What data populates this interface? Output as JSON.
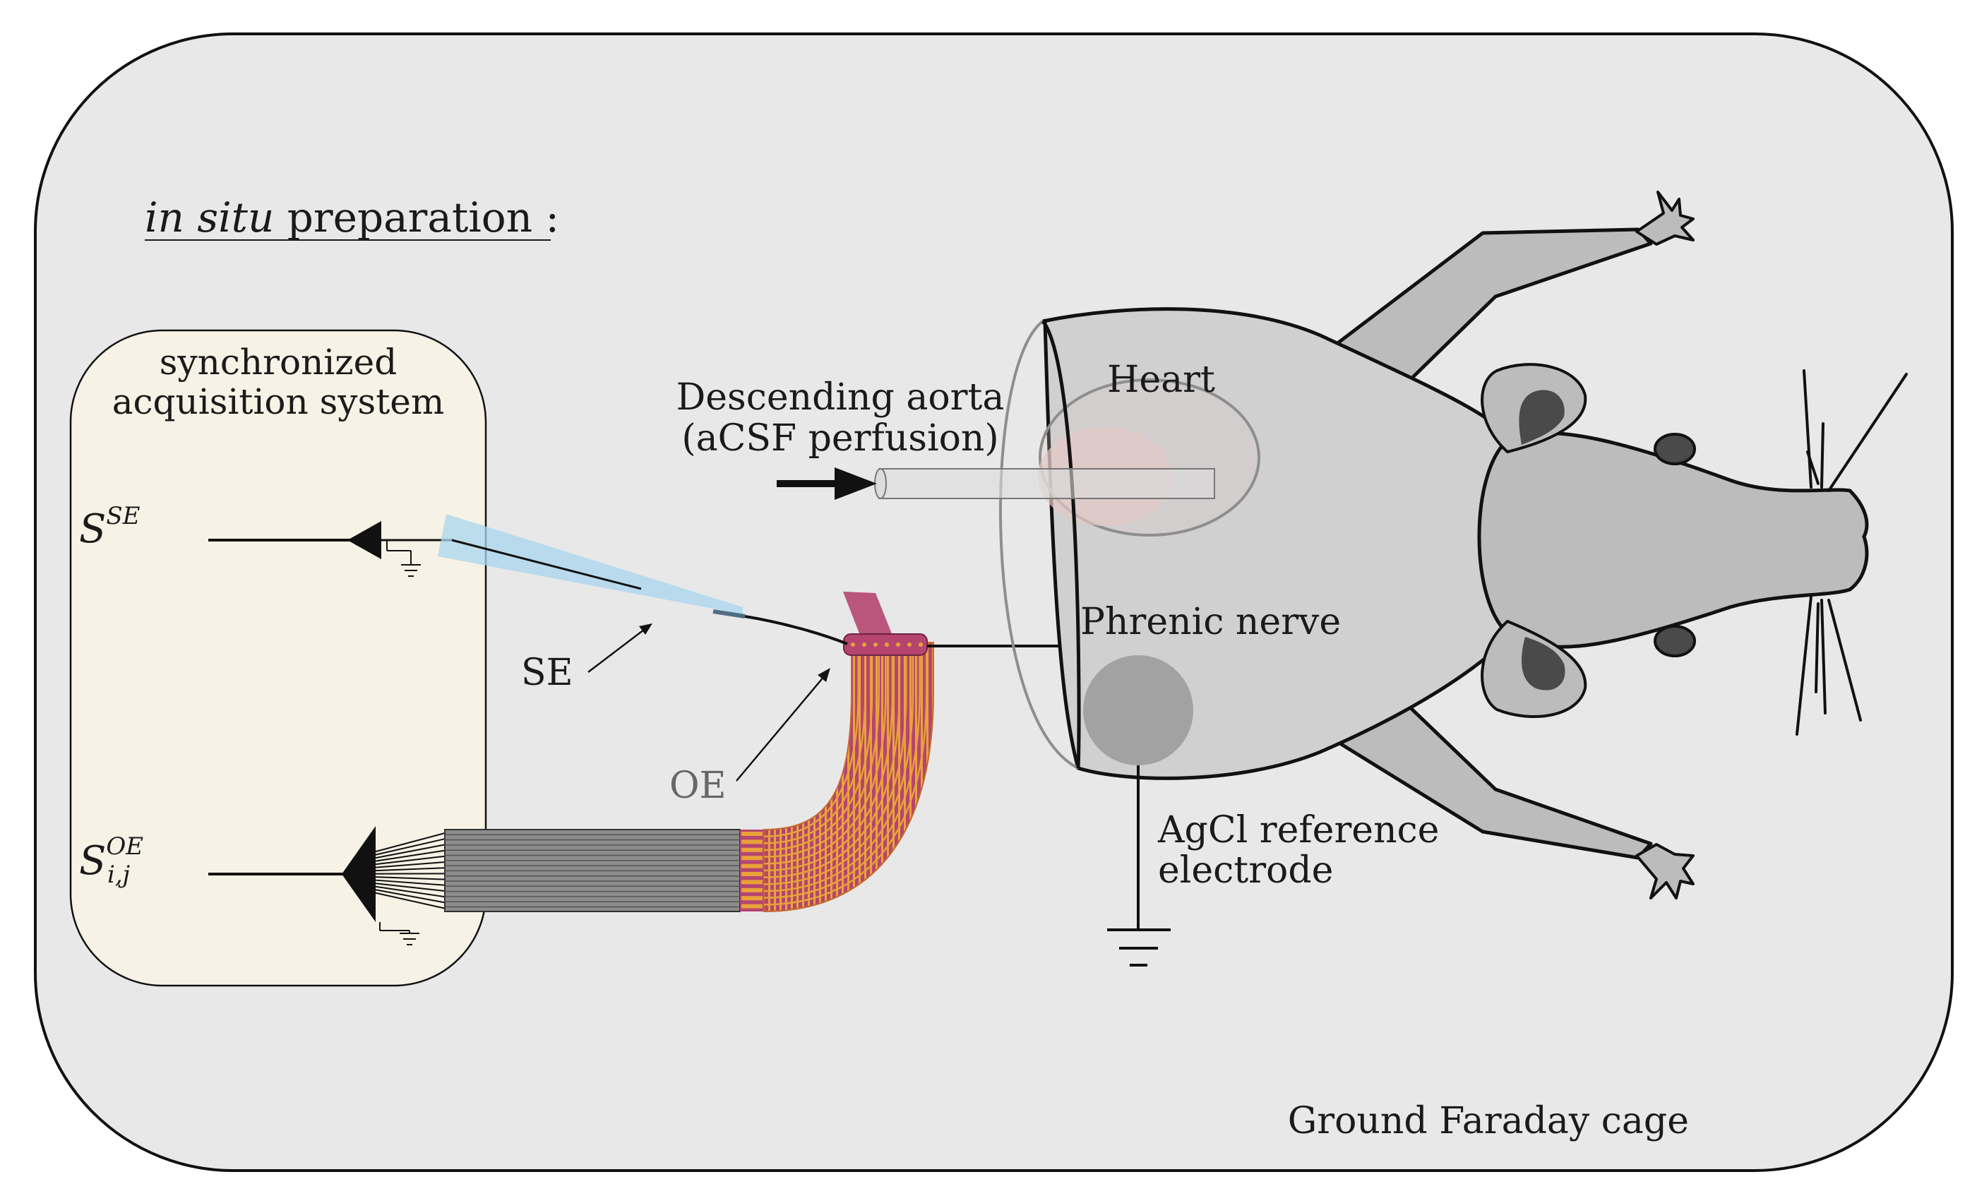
{
  "title": {
    "italic": "in situ",
    "rest": " preparation :"
  },
  "acquisition": {
    "line1": "synchronized",
    "line2": "acquisition system",
    "s_se_base": "S",
    "s_se_sup": "SE",
    "s_oe_base": "S",
    "s_oe_sup": "OE",
    "s_oe_sub": "i,j"
  },
  "labels": {
    "descending_aorta": "Descending aorta",
    "acsf_perfusion": "(aCSF perfusion)",
    "heart": "Heart",
    "phrenic_nerve": "Phrenic nerve",
    "se": "SE",
    "oe": "OE",
    "agcl_line1": "AgCl reference",
    "agcl_line2": "electrode",
    "faraday": "Ground Faraday cage"
  },
  "colors": {
    "cage_fill": "#e8e8e8",
    "acq_fill": "#f7f2e6",
    "rat_fill": "#bcbcbc",
    "torso_fill": "#d0d0d0",
    "ear_inner": "#4a4a4a",
    "se_pipette": "#a8d6ee",
    "oe_magenta": "#b5456f",
    "oe_gold": "#e8a23a",
    "ribbon_gray": "#8c8c8c"
  }
}
